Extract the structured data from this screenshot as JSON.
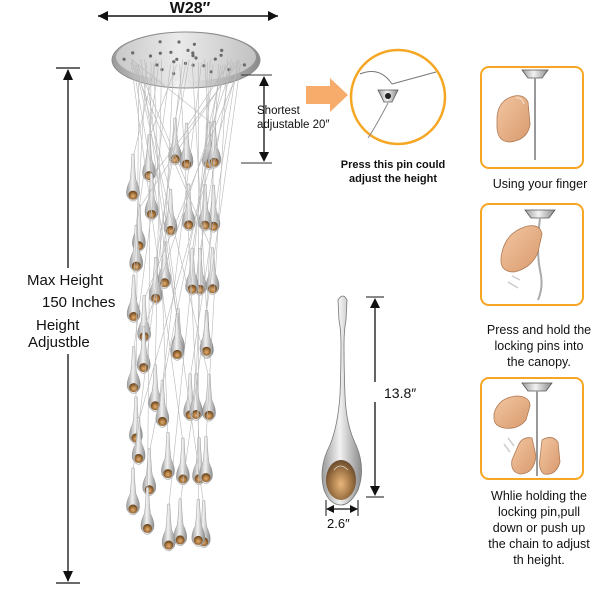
{
  "dimensions": {
    "width_label": "W28″",
    "shortest_label": "Shortest\nadjustable 20″",
    "max_height_line1": "Max Height",
    "max_height_line2": "150 Inches",
    "adjust_line1": "Height",
    "adjust_line2": "Adjustble",
    "drop_height": "13.8″",
    "drop_width": "2.6″"
  },
  "callout": {
    "pin_text": "Press this pin could\nadjust the height"
  },
  "steps": [
    {
      "caption": "Using your finger"
    },
    {
      "caption": "Press and hold the\nlocking pins into\nthe canopy."
    },
    {
      "caption": "Whlie holding the\nlocking pin,pull\ndown or push up\nthe chain to adjust\nth height."
    }
  ],
  "colors": {
    "accent": "#f5a623",
    "arrow_orange": "#f7a35c",
    "chrome": "#c9c9c9",
    "amber": "#b47c3c",
    "skin": "#e8b48f"
  }
}
